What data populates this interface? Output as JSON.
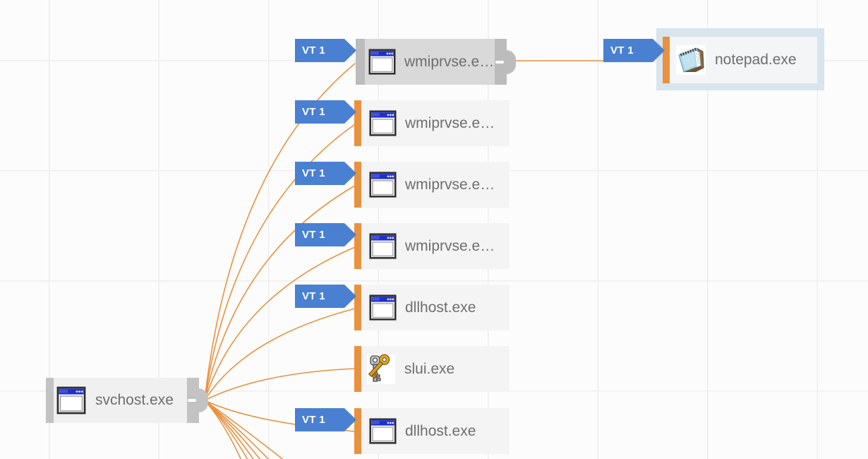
{
  "colors": {
    "canvas_bg": "#fcfcfc",
    "grid_line": "#eeeeee",
    "edge_orange": "#e89241",
    "flag_orange": "#e8923f",
    "badge_blue": "#4a80d1",
    "badge_text": "#ffffff",
    "node_bg": "#f4f4f4",
    "selected_node_bg": "#d9d9d9",
    "selected_bar": "#bcbcbc",
    "root_bar": "#c3c3c3",
    "root_node_bg": "#f0f0f0",
    "highlight_frame": "#d8e5ee",
    "highlight_node_bg": "#f3f5f6",
    "label_text": "#6e6e6e"
  },
  "nodes": {
    "svchost": {
      "label": "svchost.exe",
      "icon": "window-icon",
      "collapse_icon": "minus"
    },
    "wmiprvse1": {
      "label": "wmiprvse.e…",
      "icon": "window-icon",
      "badge": "VT 1",
      "collapse_icon": "minus",
      "state": "selected"
    },
    "wmiprvse2": {
      "label": "wmiprvse.e…",
      "icon": "window-icon",
      "badge": "VT 1"
    },
    "wmiprvse3": {
      "label": "wmiprvse.e…",
      "icon": "window-icon",
      "badge": "VT 1"
    },
    "wmiprvse4": {
      "label": "wmiprvse.e…",
      "icon": "window-icon",
      "badge": "VT 1"
    },
    "dllhost1": {
      "label": "dllhost.exe",
      "icon": "window-icon",
      "badge": "VT 1"
    },
    "slui": {
      "label": "slui.exe",
      "icon": "keys-icon"
    },
    "dllhost2": {
      "label": "dllhost.exe",
      "icon": "window-icon",
      "badge": "VT 1"
    },
    "notepad": {
      "label": "notepad.exe",
      "icon": "notepad-icon",
      "badge": "VT 1",
      "state": "highlighted"
    }
  }
}
